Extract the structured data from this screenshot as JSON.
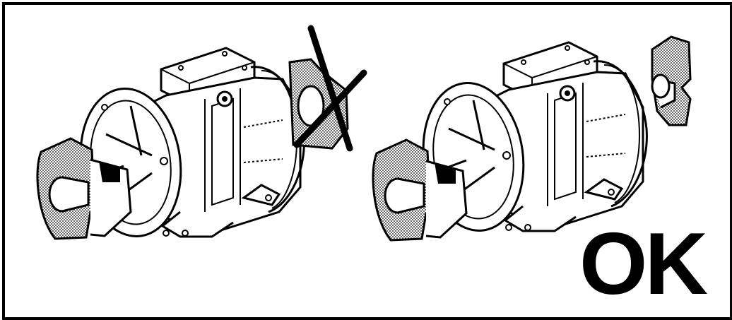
{
  "figure": {
    "ok_label": "OK",
    "wrong_panel": "wrong-mounting-motor",
    "correct_panel": "correct-mounting-motor",
    "ink_color": "#000000",
    "paper_color": "#ffffff"
  }
}
